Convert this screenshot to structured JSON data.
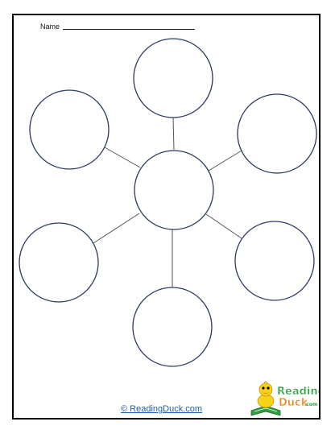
{
  "worksheet": {
    "name_label": "Name",
    "footer_link": "© ReadingDuck.com"
  },
  "logo": {
    "reading": "Reading",
    "duck": "Duck",
    "com": ".com"
  },
  "colors": {
    "circle_stroke": "#2c3a63",
    "connector": "#555555",
    "sheet_border": "#000000",
    "link": "#1a5fb4",
    "logo_green": "#2e9e3e",
    "logo_orange": "#f08a1c",
    "duck_yellow": "#f7d21b"
  }
}
